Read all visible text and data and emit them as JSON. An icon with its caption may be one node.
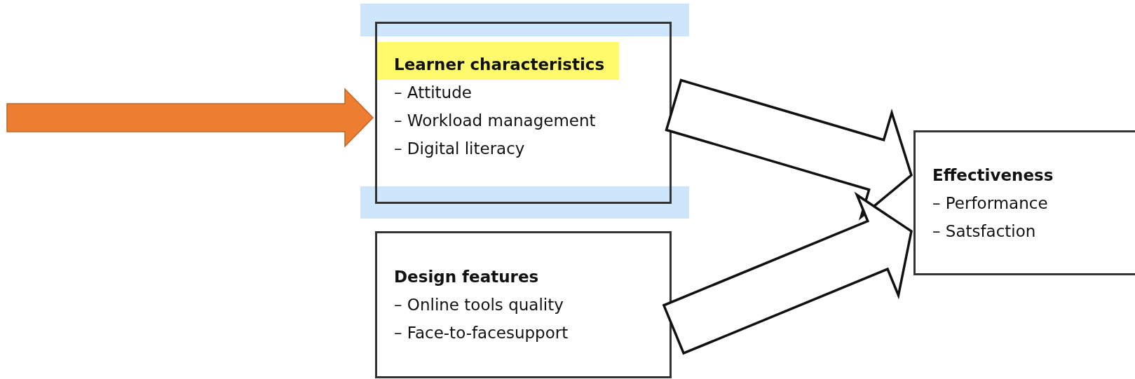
{
  "diagram": {
    "nodes": [
      {
        "text": [
          "Learner characteristics",
          "– Attitude",
          "– Workload management",
          "– Digital literacy"
        ]
      },
      {
        "text": [
          "Design features",
          "– Online tools quality",
          "– Face-to-facesupport"
        ]
      },
      {
        "text": [
          "Effectiveness",
          "– Performance",
          "– Satsfaction"
        ]
      }
    ],
    "edges": [
      {
        "from": null,
        "to": 0,
        "arrow": "to",
        "color": "#ed7d31"
      },
      {
        "from": 0,
        "to": 2,
        "arrow": "to"
      },
      {
        "from": 1,
        "to": 2,
        "arrow": "to"
      }
    ]
  }
}
